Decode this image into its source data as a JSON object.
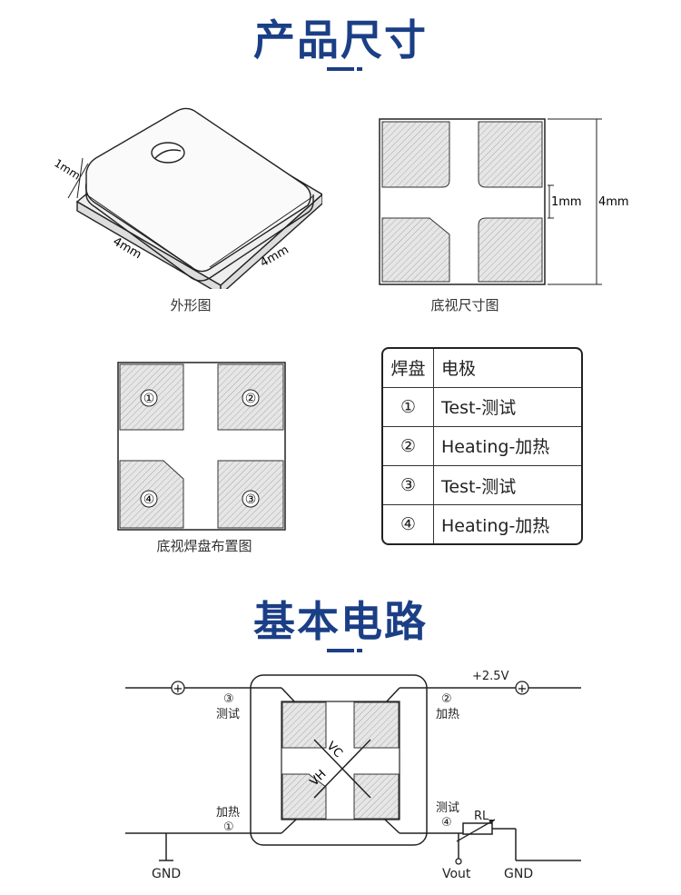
{
  "sections": {
    "dimensions_title": "产品尺寸",
    "circuit_title": "基本电路"
  },
  "outline_view": {
    "caption": "外形图",
    "height_label": "1mm",
    "width_label_left": "4mm",
    "width_label_right": "4mm"
  },
  "bottom_dim_view": {
    "caption": "底视尺寸图",
    "gap_label": "1mm",
    "size_label": "4mm"
  },
  "pad_layout_view": {
    "caption": "底视焊盘布置图",
    "pads": [
      "①",
      "②",
      "③",
      "④"
    ]
  },
  "pad_table": {
    "header": [
      "焊盘",
      "电极"
    ],
    "rows": [
      {
        "pad": "①",
        "electrode": "Test-测试"
      },
      {
        "pad": "②",
        "electrode": "Heating-加热"
      },
      {
        "pad": "③",
        "electrode": "Test-测试"
      },
      {
        "pad": "④",
        "electrode": "Heating-加热"
      }
    ]
  },
  "circuit": {
    "voltage": "+2.5V",
    "pin3_num": "③",
    "pin3_label": "测试",
    "pin2_num": "②",
    "pin2_label": "加热",
    "pin1_label": "加热",
    "pin1_num": "①",
    "pin4_label": "测试",
    "pin4_num": "④",
    "rl_label": "RL",
    "vc_label": "VC",
    "vh_label": "VH",
    "gnd_left": "GND",
    "vout": "Vout",
    "gnd_right": "GND",
    "plus_symbol": "+"
  },
  "colors": {
    "title_blue": "#1b3f86",
    "hatch_gray": "#a8a8a8",
    "pad_fill": "#e6e6e6"
  }
}
